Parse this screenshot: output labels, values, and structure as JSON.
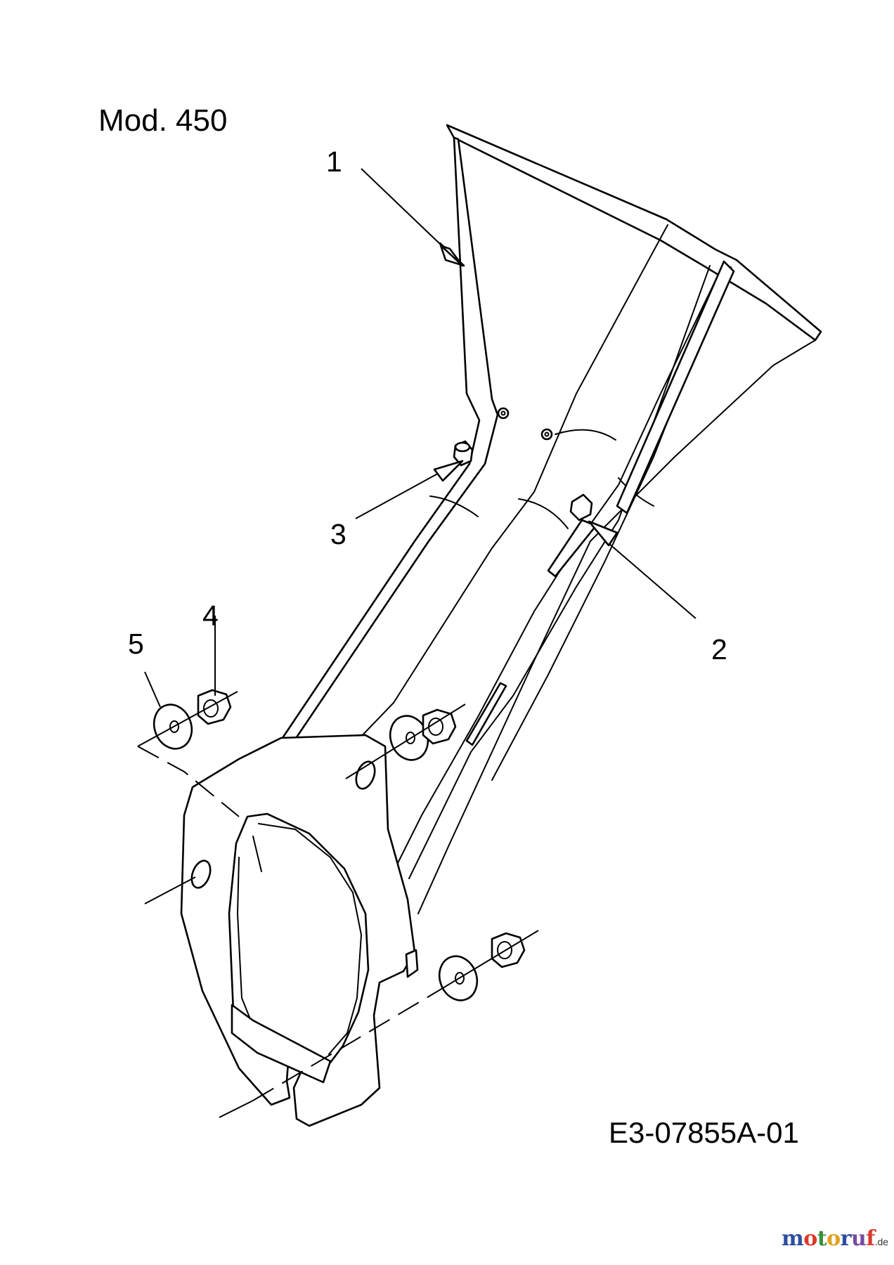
{
  "diagram": {
    "model_label": "Mod. 450",
    "drawing_code": "E3-07855A-01",
    "callouts": [
      "1",
      "2",
      "3",
      "4",
      "5"
    ]
  },
  "watermark": {
    "text": "motoruf",
    "tld": ".de",
    "colors": [
      "#2d4fa0",
      "#d93a2b",
      "#3a8f3a",
      "#e0a020",
      "#2d4fa0",
      "#7a4aa0",
      "#d93a2b"
    ]
  }
}
